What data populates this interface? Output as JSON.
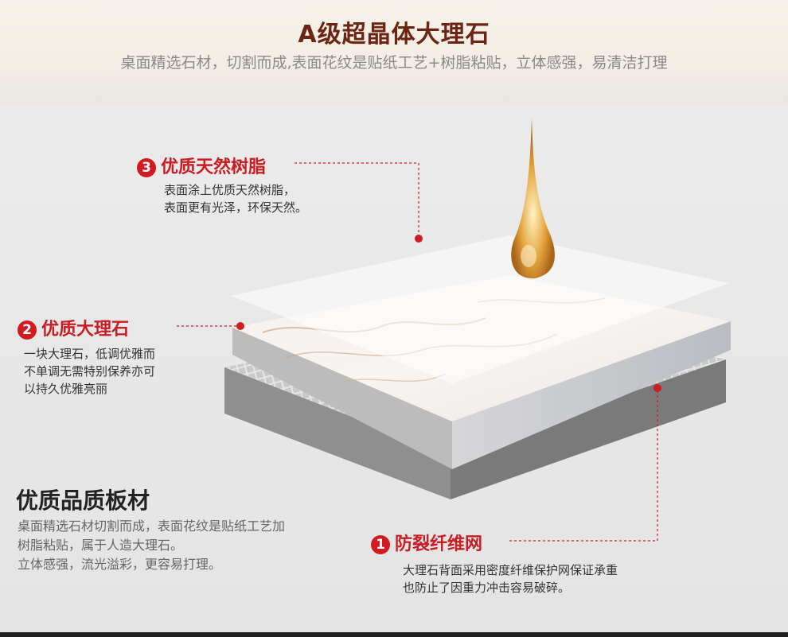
{
  "header": {
    "title": "A级超晶体大理石",
    "subtitle": "桌面精选石材，切割而成,表面花纹是贴纸工艺+树脂粘贴，立体感强，易清洁打理"
  },
  "callouts": [
    {
      "number": "3",
      "title": "优质天然树脂",
      "lines": [
        "表面涂上优质天然树脂，",
        "表面更有光泽，环保天然。"
      ]
    },
    {
      "number": "2",
      "title": "优质大理石",
      "lines": [
        "一块大理石，低调优雅而",
        "不单调无需特别保养亦可",
        "以持久优雅亮丽"
      ]
    },
    {
      "number": "1",
      "title": "防裂纤维网",
      "lines": [
        "大理石背面采用密度纤维保护网保证承重",
        "也防止了因重力冲击容易破碎。"
      ]
    }
  ],
  "quality": {
    "title": "优质品质板材",
    "lines": [
      "桌面精选石材切割而成，表面花纹是贴纸工艺加",
      "树脂粘贴，属于人造大理石。",
      "立体感强，流光溢彩，更容易打理。"
    ]
  },
  "colors": {
    "accent": "#c81d22",
    "title": "#6b2512"
  }
}
